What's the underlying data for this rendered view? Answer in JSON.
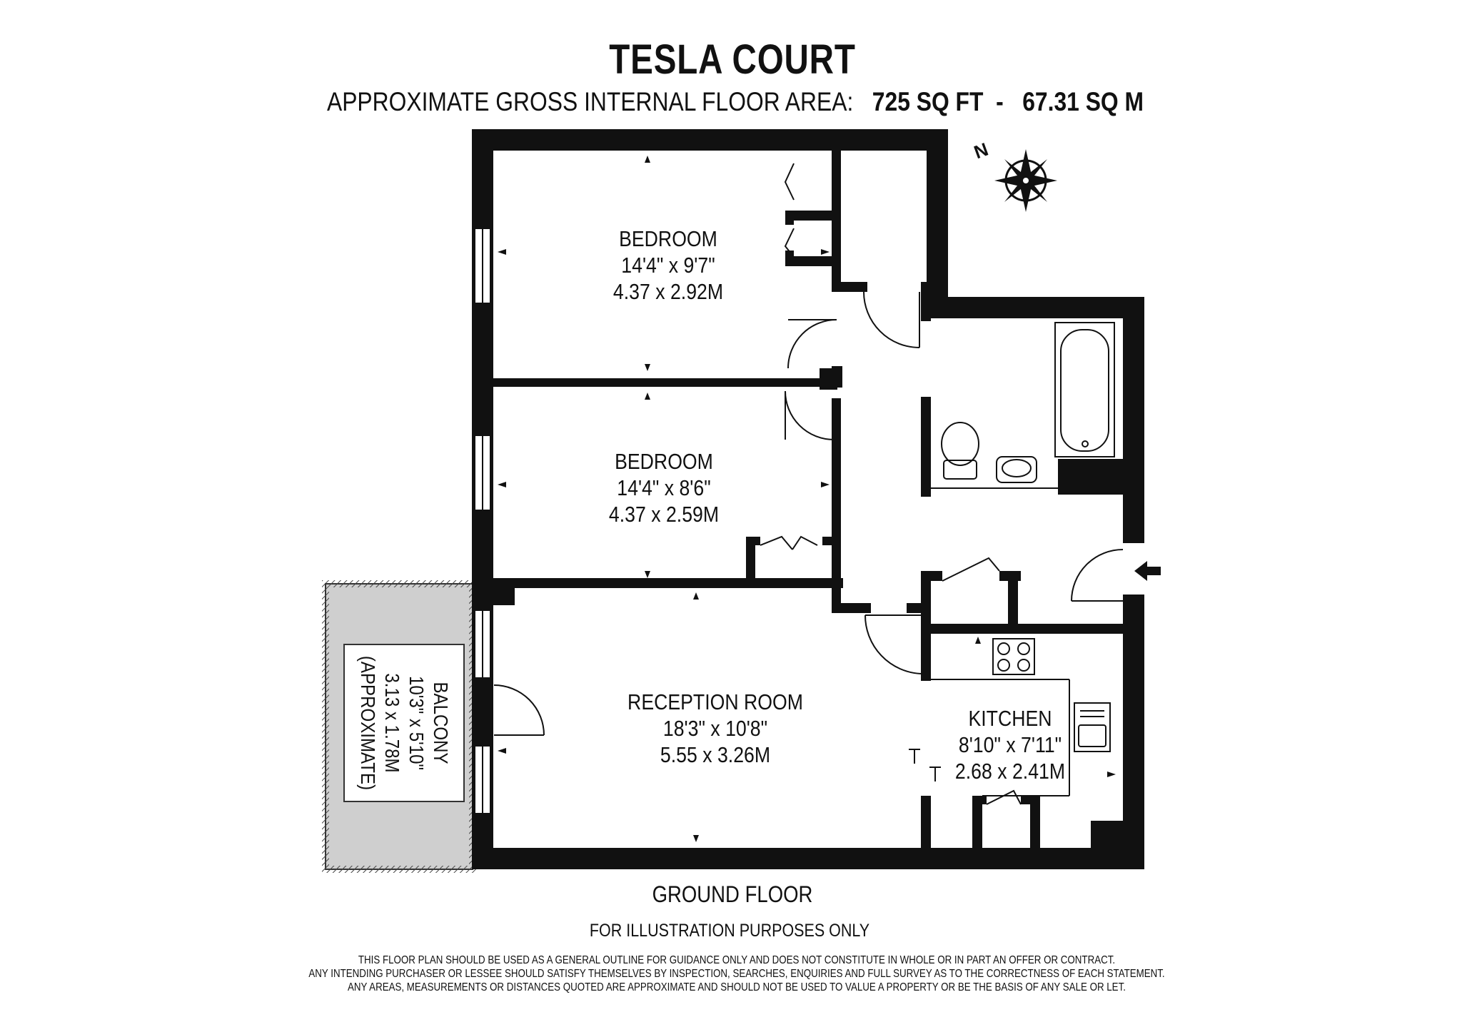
{
  "header": {
    "title": "TESLA COURT",
    "area_label": "APPROXIMATE GROSS INTERNAL FLOOR AREA:",
    "area_sqft": "725 SQ FT",
    "area_sep": "-",
    "area_sqm": "67.31 SQ M"
  },
  "compass": {
    "north_label": "N",
    "icon": "compass-rose-icon"
  },
  "rooms": {
    "bedroom1": {
      "name": "BEDROOM",
      "imperial": "14'4\" x 9'7\"",
      "metric": "4.37 x 2.92M"
    },
    "bedroom2": {
      "name": "BEDROOM",
      "imperial": "14'4\" x 8'6\"",
      "metric": "4.37 x 2.59M"
    },
    "reception": {
      "name": "RECEPTION ROOM",
      "imperial": "18'3\" x 10'8\"",
      "metric": "5.55 x 3.26M"
    },
    "kitchen": {
      "name": "KITCHEN",
      "imperial": "8'10\" x 7'11\"",
      "metric": "2.68 x 2.41M"
    },
    "balcony": {
      "name": "BALCONY",
      "imperial": "10'3\" x 5'10\"",
      "metric": "3.13 x 1.78M",
      "note": "(APPROXIMATE)"
    }
  },
  "entrance": {
    "icon": "entrance-arrow-icon"
  },
  "footer": {
    "floor": "GROUND FLOOR",
    "illustration": "FOR ILLUSTRATION PURPOSES ONLY",
    "disclaimer": [
      "THIS FLOOR PLAN SHOULD BE USED AS A GENERAL OUTLINE FOR GUIDANCE ONLY AND DOES NOT CONSTITUTE IN WHOLE OR IN PART AN OFFER OR CONTRACT.",
      "ANY INTENDING PURCHASER OR LESSEE SHOULD SATISFY THEMSELVES BY INSPECTION, SEARCHES, ENQUIRIES AND FULL SURVEY AS TO THE CORRECTNESS OF EACH STATEMENT.",
      "ANY AREAS, MEASUREMENTS OR DISTANCES QUOTED ARE APPROXIMATE AND SHOULD NOT BE USED TO VALUE A PROPERTY OR BE THE BASIS OF ANY SALE OR LET."
    ]
  },
  "colors": {
    "wall": "#111111",
    "balcony_fill": "#cfcfcf",
    "paper": "#ffffff"
  }
}
